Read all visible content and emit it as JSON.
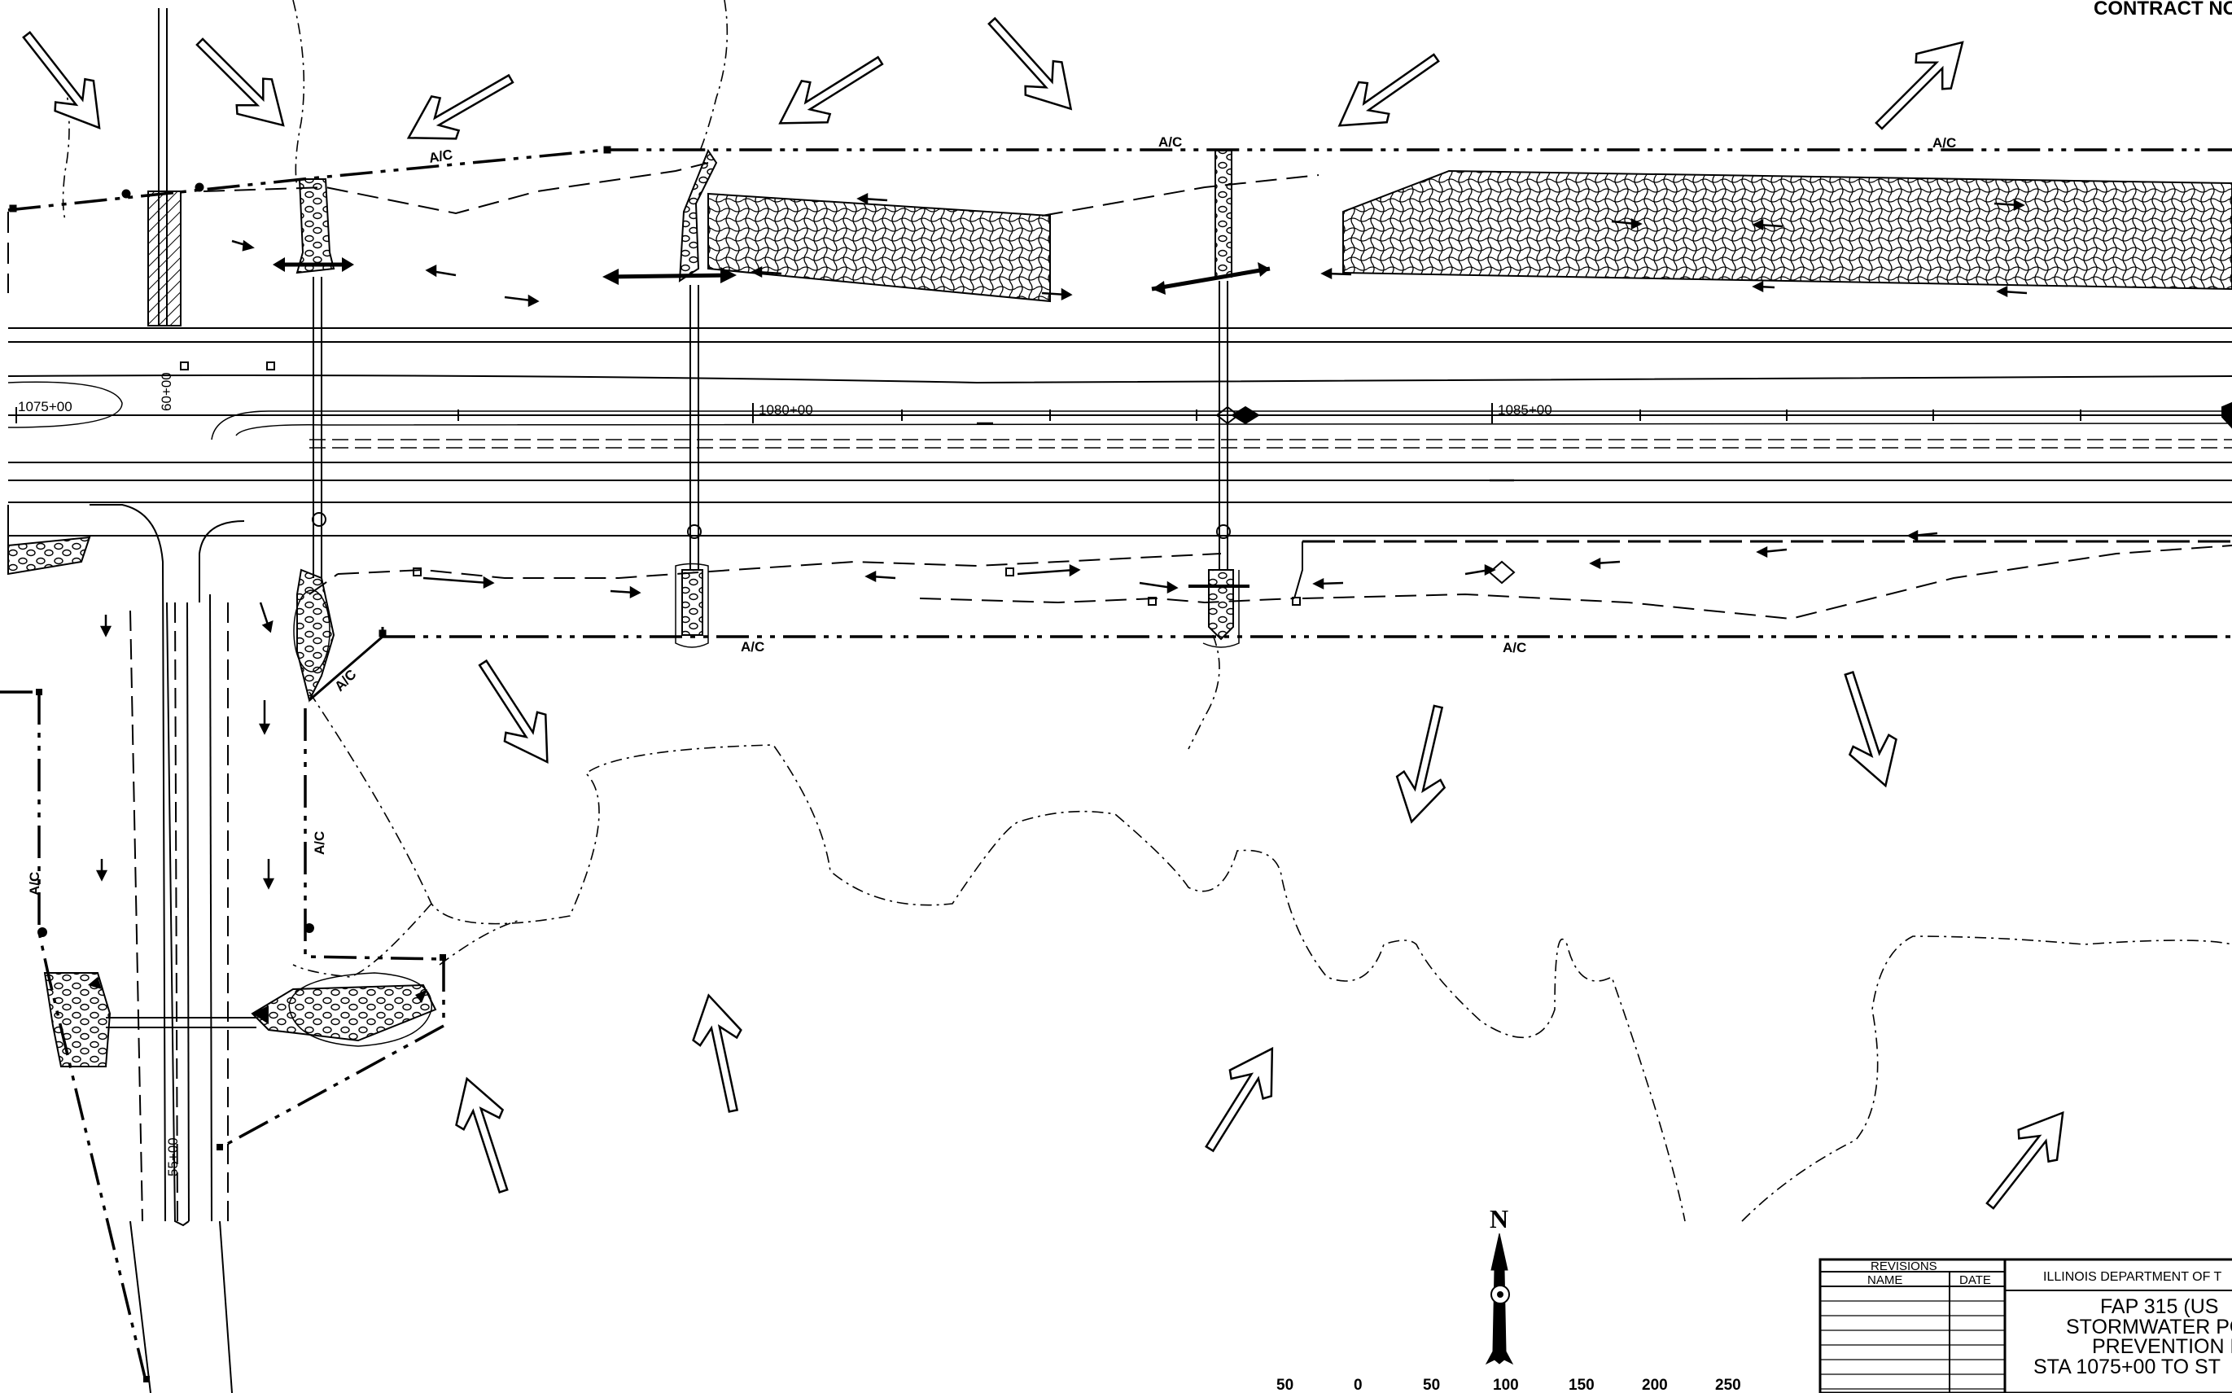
{
  "header": {
    "contract_text": "CONTRACT NO"
  },
  "access_control_label": "A/C",
  "stations": {
    "s1075": "1075+00",
    "s1080": "1080+00",
    "s1085": "1085+00",
    "side_60": "60+00",
    "side_55": "55+00"
  },
  "north_arrow": {
    "letter": "N"
  },
  "scale_bar": {
    "ticks": [
      "50",
      "0",
      "50",
      "100",
      "150",
      "200",
      "250"
    ]
  },
  "revisions": {
    "title": "REVISIONS",
    "col_name": "NAME",
    "col_date": "DATE",
    "rows": 7
  },
  "title_block": {
    "agency": "ILLINOIS DEPARTMENT OF T",
    "line1": "FAP 315 (US",
    "line2": "STORMWATER POL",
    "line3": "PREVENTION P",
    "line4": "STA 1075+00 TO ST"
  },
  "colors": {
    "ink": "#000000",
    "paper": "#ffffff"
  }
}
